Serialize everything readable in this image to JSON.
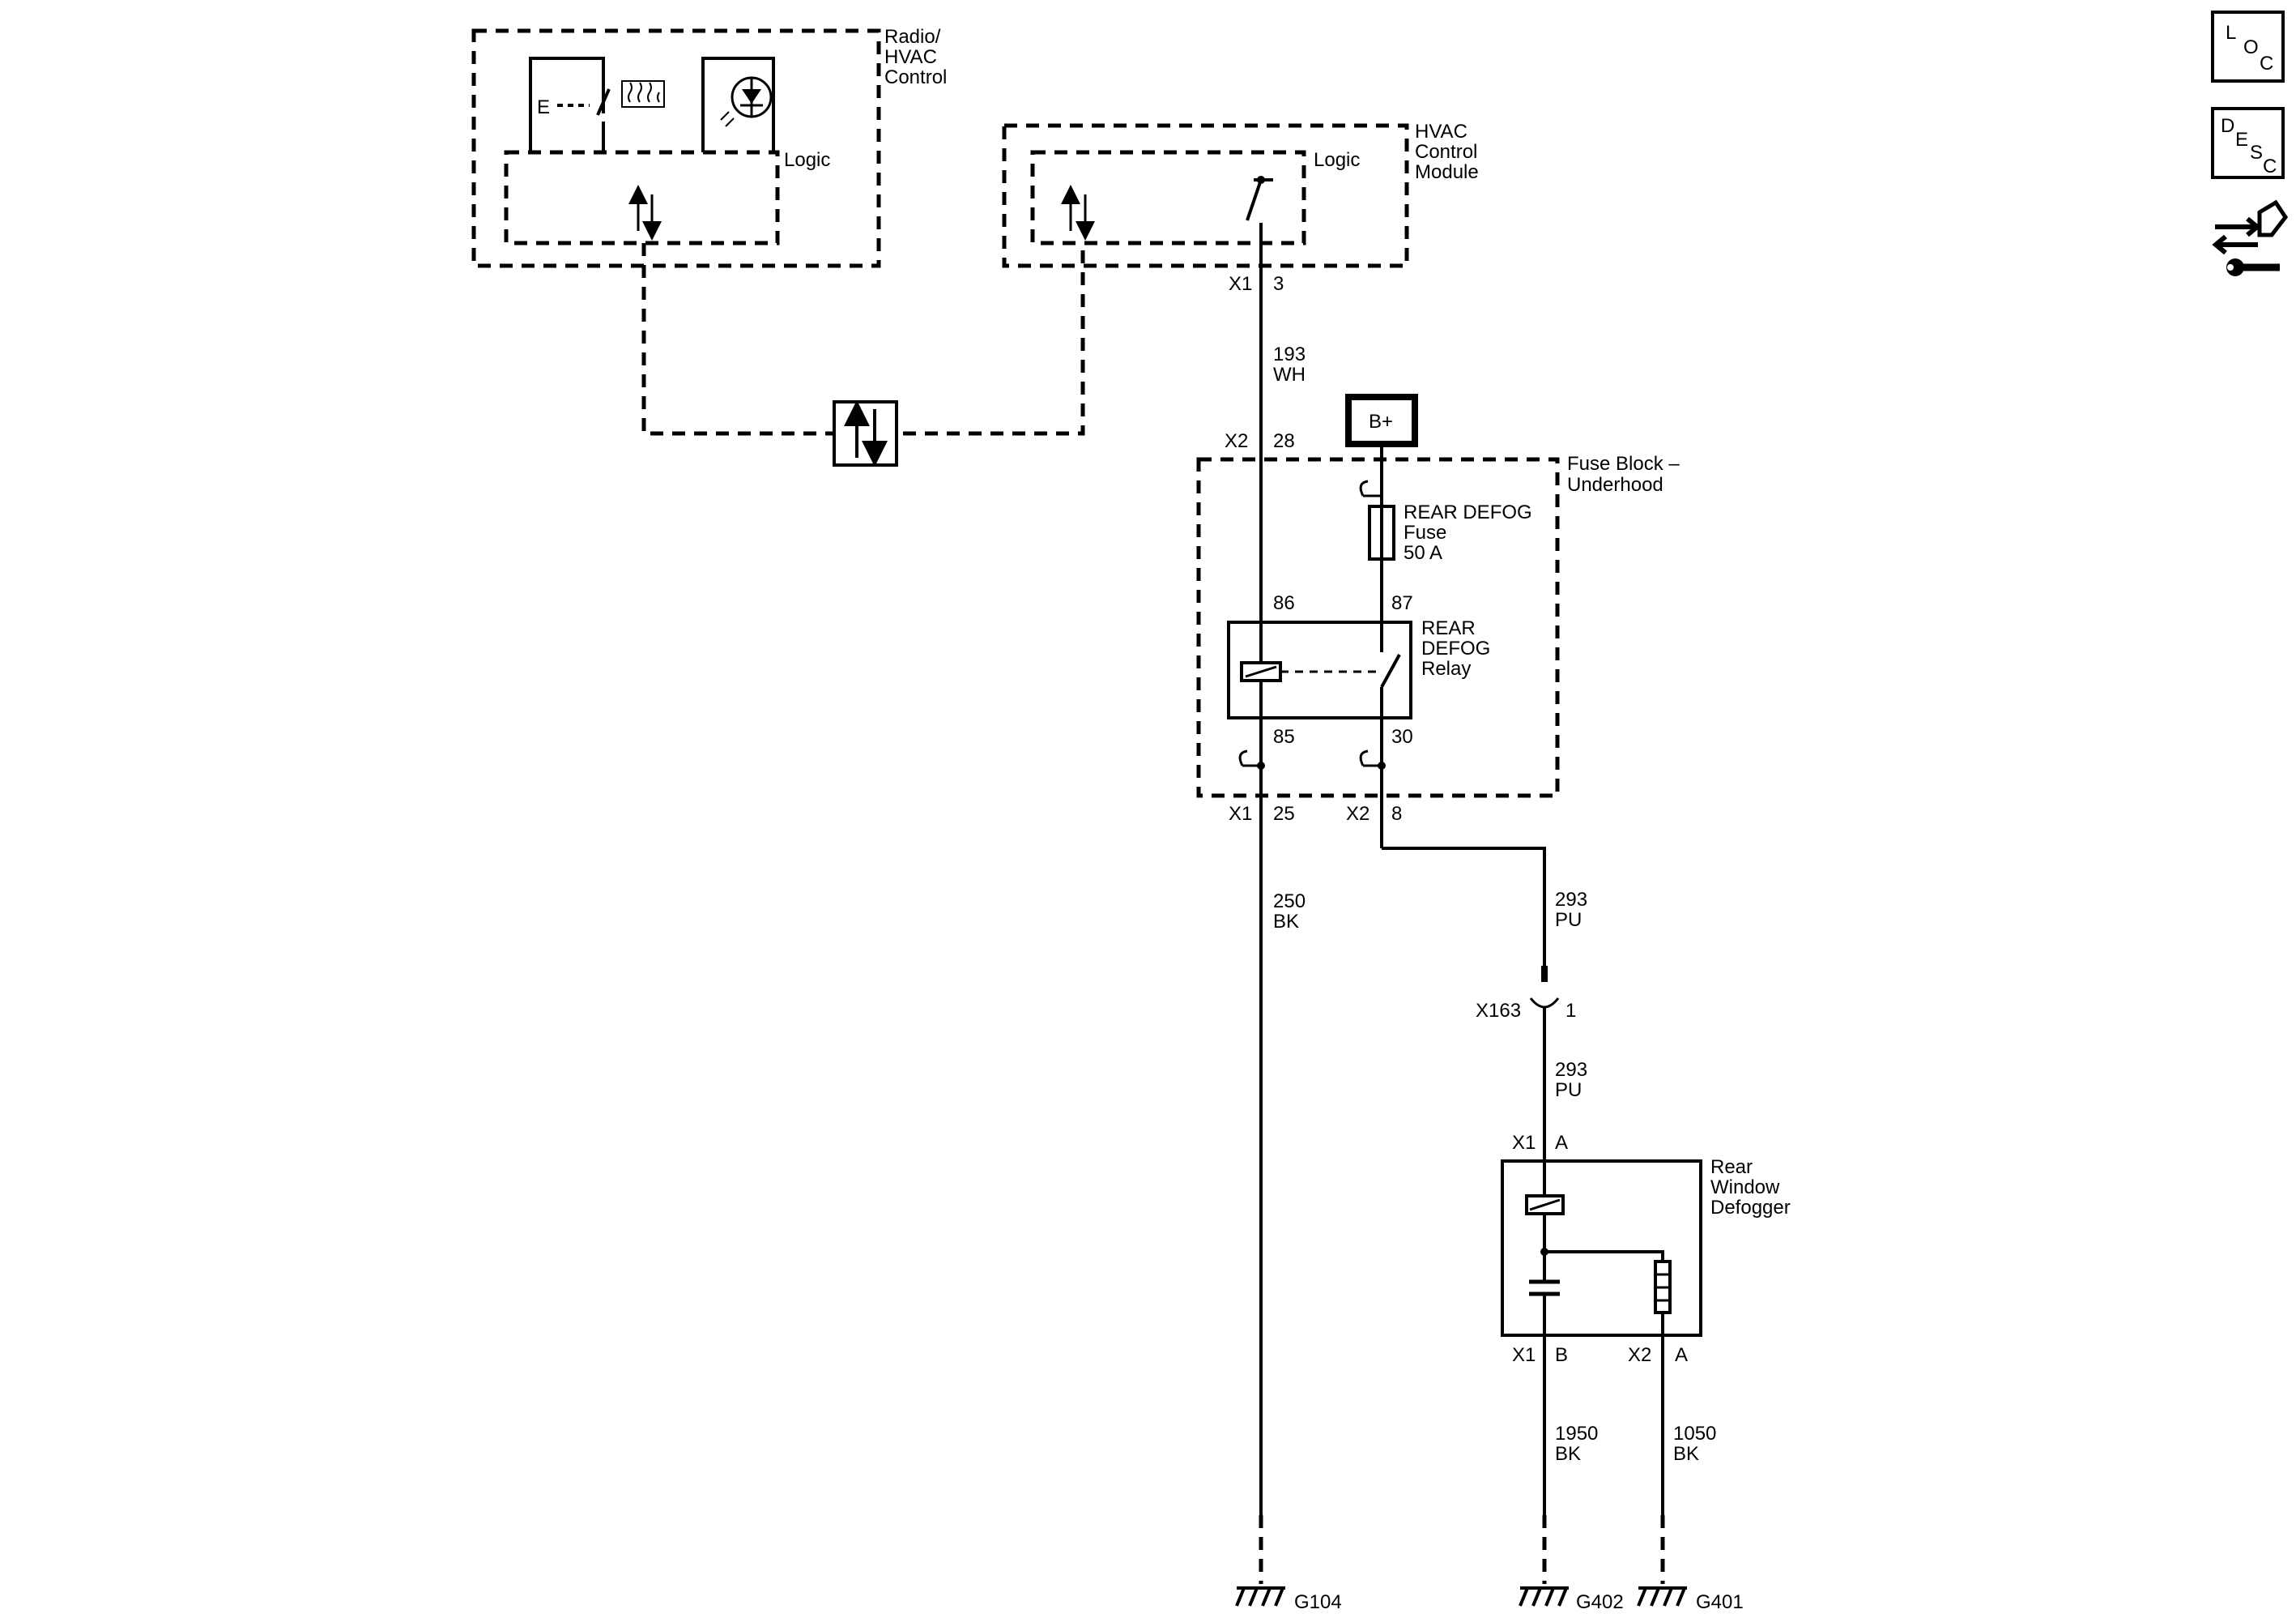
{
  "modules": {
    "radio": {
      "name": [
        "Radio/",
        "HVAC",
        "Control"
      ],
      "logic": "Logic"
    },
    "hvac": {
      "name": [
        "HVAC",
        "Control",
        "Module"
      ],
      "logic": "Logic"
    },
    "fuse_block": {
      "name": [
        "Fuse Block –",
        "Underhood"
      ]
    },
    "defogger": {
      "name": [
        "Rear",
        "Window",
        "Defogger"
      ]
    }
  },
  "fuse": {
    "name": "REAR DEFOG",
    "type": "Fuse",
    "rating": "50 A"
  },
  "relay": {
    "name": [
      "REAR",
      "DEFOG",
      "Relay"
    ],
    "pins": {
      "p86": "86",
      "p87": "87",
      "p85": "85",
      "p30": "30"
    }
  },
  "power": {
    "label": "B+"
  },
  "connectors": {
    "hvac_x1": "X1",
    "hvac_x1_pin": "3",
    "fb_x2_top": "X2",
    "fb_x2_top_pin": "28",
    "fb_x1_bot": "X1",
    "fb_x1_bot_pin": "25",
    "fb_x2_bot": "X2",
    "fb_x2_bot_pin": "8",
    "inline": "X163",
    "inline_pin": "1",
    "def_x1_top": "X1",
    "def_x1_top_pin": "A",
    "def_x1_bot": "X1",
    "def_x1_bot_pin": "B",
    "def_x2_bot": "X2",
    "def_x2_bot_pin": "A"
  },
  "wires": {
    "w193": {
      "circuit": "193",
      "color": "WH"
    },
    "w250": {
      "circuit": "250",
      "color": "BK"
    },
    "w293a": {
      "circuit": "293",
      "color": "PU"
    },
    "w293b": {
      "circuit": "293",
      "color": "PU"
    },
    "w1950": {
      "circuit": "1950",
      "color": "BK"
    },
    "w1050": {
      "circuit": "1050",
      "color": "BK"
    }
  },
  "grounds": {
    "g1": "G104",
    "g2": "G402",
    "g3": "G401"
  },
  "nav_icons": {
    "loc": {
      "letters": [
        "L",
        "O",
        "C"
      ],
      "icon": "location-icon"
    },
    "desc": {
      "letters": [
        "D",
        "E",
        "S",
        "C"
      ],
      "icon": "description-icon"
    },
    "service": {
      "icon": "service-connector-wrench-icon"
    }
  }
}
